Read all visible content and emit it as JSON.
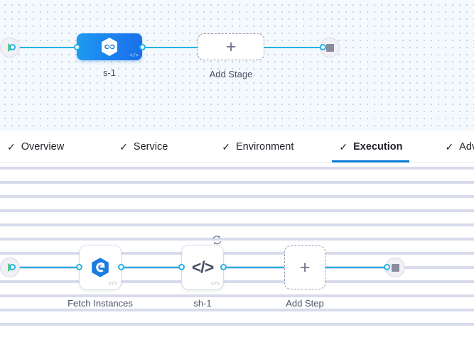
{
  "stage_canvas": {
    "name": "stage-execution-graph",
    "start_node": {
      "icon": "play-icon"
    },
    "end_node": {
      "icon": "stop-icon"
    },
    "nodes": [
      {
        "id": "s-1",
        "label": "s-1",
        "type": "stage",
        "icon": "hexagon-infinity-icon",
        "badge": "code-icon"
      },
      {
        "id": "add-stage",
        "label": "Add Stage",
        "type": "add",
        "icon": "plus-icon"
      }
    ]
  },
  "tabbar": {
    "name": "pipeline-stage-tabs",
    "tabs": [
      {
        "id": "overview",
        "label": "Overview",
        "check": "✓",
        "active": false
      },
      {
        "id": "service",
        "label": "Service",
        "check": "✓",
        "active": false
      },
      {
        "id": "environment",
        "label": "Environment",
        "check": "✓",
        "active": false
      },
      {
        "id": "execution",
        "label": "Execution",
        "check": "✓",
        "active": true
      },
      {
        "id": "advanced",
        "label": "Advanced",
        "check": "✓",
        "active": false
      }
    ],
    "active_underline_color": "#0278d5"
  },
  "step_canvas": {
    "name": "step-execution-graph",
    "start_node": {
      "icon": "play-icon"
    },
    "end_node": {
      "icon": "stop-icon"
    },
    "nodes": [
      {
        "id": "fetch-instances",
        "label": "Fetch Instances",
        "type": "step",
        "icon": "harness-logo-icon",
        "badge": "code-icon"
      },
      {
        "id": "sh-1",
        "label": "sh-1",
        "type": "step",
        "icon": "code-brackets-icon",
        "badge": "code-icon",
        "loop_icon": "loop-icon"
      },
      {
        "id": "add-step",
        "label": "Add Step",
        "type": "add",
        "icon": "plus-icon"
      }
    ]
  },
  "colors": {
    "edge": "#21b2e6",
    "stage_node_start": "#1e9cf0",
    "stage_node_end": "#1a6fe8",
    "canvas_top_bg": "#f3f9fd",
    "canvas_bottom_bg": "#ffffff",
    "play_green": "#5bcf7e",
    "stop_grey": "#8b8b9e",
    "label_text": "#4c5068"
  }
}
